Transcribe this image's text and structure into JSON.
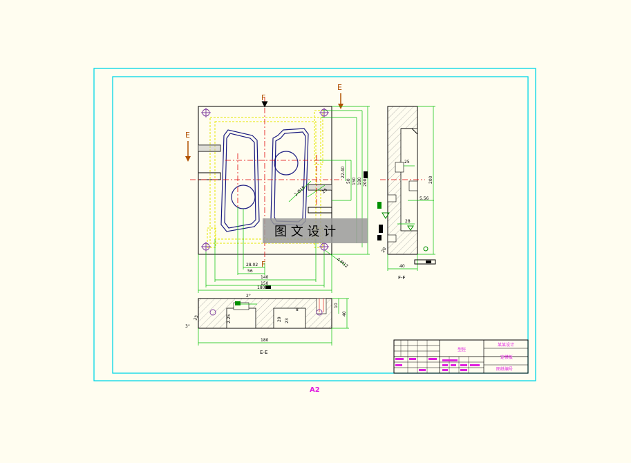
{
  "drawing": {
    "sheet_size": "A2",
    "watermark": "图 文 设 计",
    "section_labels": {
      "ee": "E-E",
      "ff": "F-F"
    },
    "cut_marks": {
      "f_top": "F",
      "f_bottom": "F",
      "e_top": "E",
      "e_left": "E"
    },
    "dimensions": {
      "width_180_bottom": "180",
      "width_180_plan": "180",
      "w150": "150",
      "w140": "140",
      "w56": "56",
      "w28": "28.02",
      "h200": "200",
      "h180": "180",
      "h150": "150",
      "h50": "50",
      "h22": "22.40",
      "r25": "25",
      "d15": "2-Ø15",
      "d13": "4-M12",
      "ff_200": "200",
      "ff_40": "40",
      "ff_25": "25",
      "ff_28": "28",
      "ff_55": "5.56",
      "ff_20": "20",
      "ee_40": "40",
      "ee_10": "10",
      "ee_2deg": "2°",
      "ee_3deg": "3°",
      "ee_25": "25",
      "ee_29": "29",
      "ee_23": "23",
      "ee_8": "8",
      "ee_225": "2.25"
    },
    "title_block": {
      "name_main": "型腔",
      "company": "某某设计",
      "part": "定模板",
      "drawing_no": "图纸编号"
    }
  }
}
